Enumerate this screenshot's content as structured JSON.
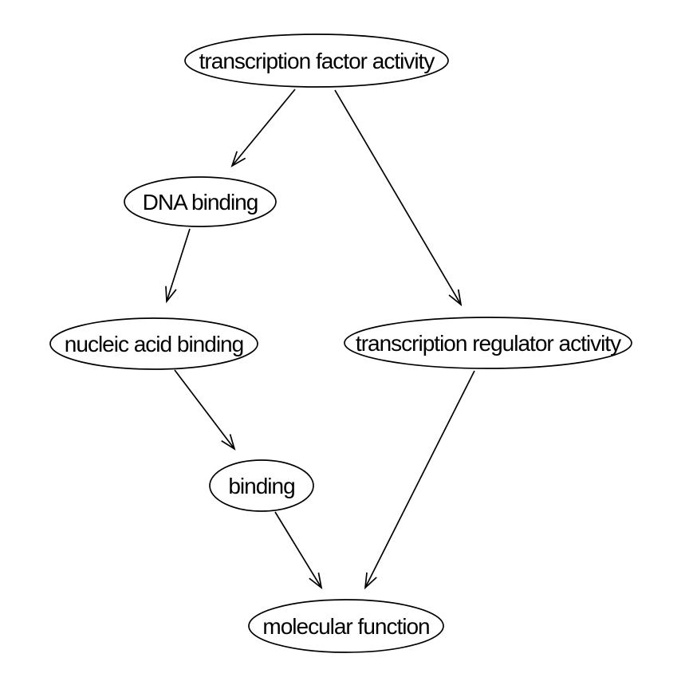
{
  "diagram": {
    "type": "directed-acyclic-graph",
    "background_color": "#ffffff",
    "stroke_color": "#000000",
    "text_color": "#000000",
    "nodes": [
      {
        "id": "transcription-factor-activity",
        "label": "transcription factor activity"
      },
      {
        "id": "dna-binding",
        "label": "DNA binding"
      },
      {
        "id": "nucleic-acid-binding",
        "label": "nucleic acid binding"
      },
      {
        "id": "transcription-regulator-activity",
        "label": "transcription regulator activity"
      },
      {
        "id": "binding",
        "label": "binding"
      },
      {
        "id": "molecular-function",
        "label": "molecular function"
      }
    ],
    "edges": [
      {
        "from": "transcription factor activity",
        "to": "DNA binding"
      },
      {
        "from": "transcription factor activity",
        "to": "transcription regulator activity"
      },
      {
        "from": "DNA binding",
        "to": "nucleic acid binding"
      },
      {
        "from": "nucleic acid binding",
        "to": "binding"
      },
      {
        "from": "binding",
        "to": "molecular function"
      },
      {
        "from": "transcription regulator activity",
        "to": "molecular function"
      }
    ]
  }
}
